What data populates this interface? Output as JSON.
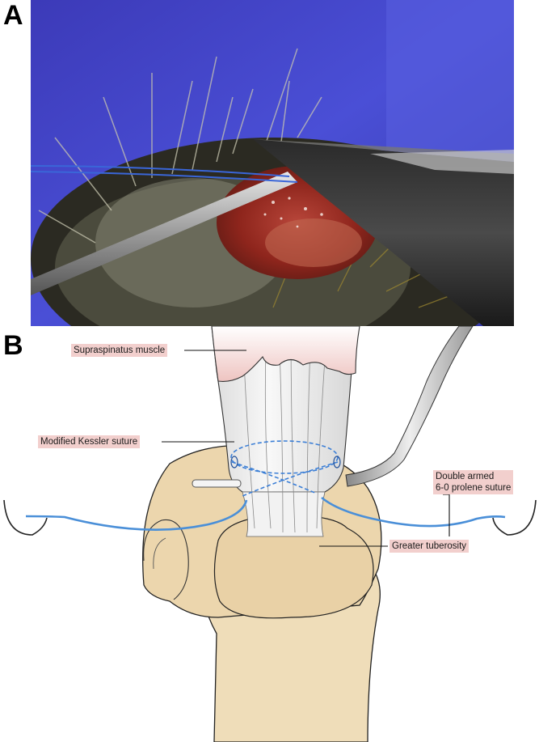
{
  "panels": {
    "a": "A",
    "b": "B"
  },
  "labels": {
    "supraspinatus": "Supraspinatus muscle",
    "kessler": "Modified Kessler suture",
    "double_armed_line1": "Double armed",
    "double_armed_line2": "6-0 prolene suture",
    "tuberosity": "Greater tuberosity"
  },
  "colors": {
    "drape": "#3a3fc8",
    "tissue": "#9c2a22",
    "suture": "#4a8fd8",
    "bone": "#ecd9b4",
    "muscle": "#f1c9c6",
    "label_bg": "#f2cfcd"
  }
}
